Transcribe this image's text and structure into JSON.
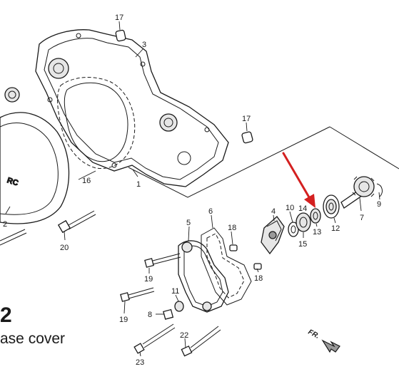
{
  "figure_number": "2",
  "caption": "ase cover",
  "front_marker": "FR.",
  "cover_logo": "RC",
  "labels": {
    "p17a": "17",
    "p3": "3",
    "p17b": "17",
    "p16": "16",
    "p1": "1",
    "p2": "2",
    "p20": "20",
    "p5": "5",
    "p6": "6",
    "p18a": "18",
    "p18b": "18",
    "p4": "4",
    "p10": "10",
    "p14": "14",
    "p13": "13",
    "p15": "15",
    "p12": "12",
    "p7": "7",
    "p9": "9",
    "p19a": "19",
    "p19b": "19",
    "p11": "11",
    "p8": "8",
    "p22": "22",
    "p23": "23"
  },
  "colors": {
    "ink": "#1a1a1a",
    "arrow": "#d42020"
  }
}
